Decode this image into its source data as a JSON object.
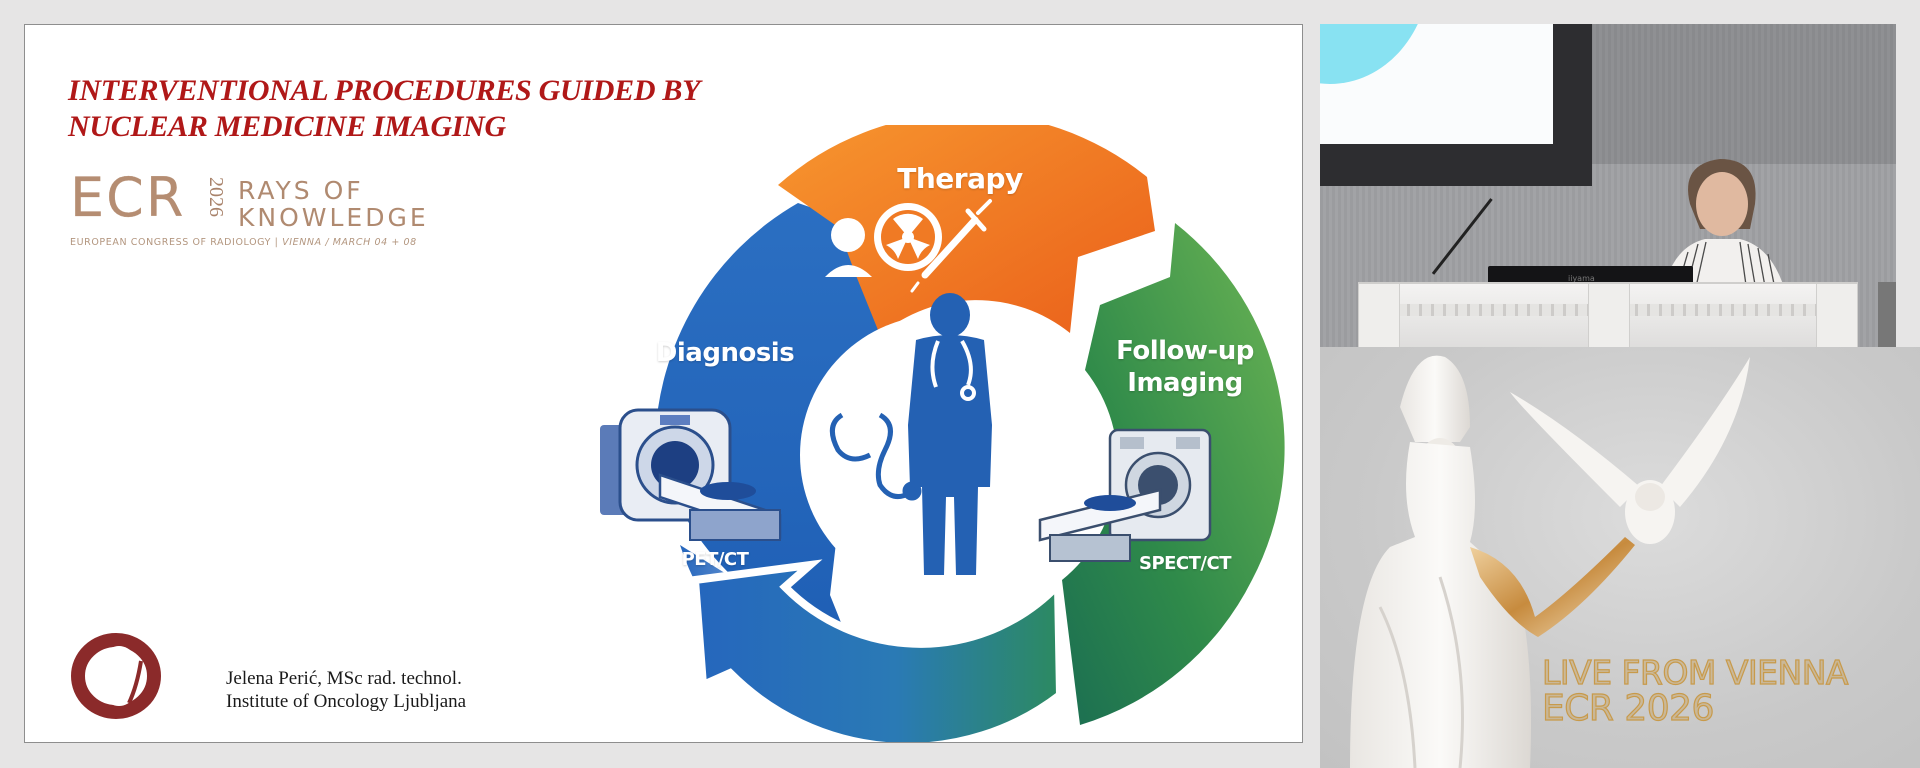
{
  "slide": {
    "title_lines": [
      "INTERVENTIONAL PROCEDURES GUIDED BY",
      "NUCLEAR MEDICINE IMAGING"
    ],
    "title_color": "#b01818",
    "conference_logo": {
      "mark": "ECR",
      "year": "2026",
      "tagline_lines": [
        "RAYS OF",
        "KNOWLEDGE"
      ],
      "subtitle_plain": "EUROPEAN CONGRESS OF RADIOLOGY | ",
      "subtitle_italic": "VIENNA / MARCH 04 + 08",
      "color": "#b08a70"
    },
    "author": {
      "logo": "institute-of-oncology-oi-logo",
      "logo_color": "#8b2a2a",
      "name_line": "Jelena Perić, MSc rad. technol.",
      "institution_line": "Institute of Oncology Ljubljana"
    },
    "cycle_diagram": {
      "center_icon": "doctor-with-stethoscope-icon",
      "segments": [
        {
          "label": "Therapy",
          "color": "#f07a24",
          "icons": [
            "patient-icon",
            "radiation-icon",
            "syringe-icon"
          ]
        },
        {
          "label_lines": [
            "Follow-up",
            "Imaging"
          ],
          "color": "#3f9a45",
          "device_label": "SPECT/CT",
          "icon": "spect-ct-scanner-icon"
        },
        {
          "label": "Diagnosis",
          "color": "#2a6fc0",
          "device_label": "PET/CT",
          "icon": "pet-ct-scanner-icon"
        }
      ],
      "return_arrow": "blue-green-gradient-arrow"
    }
  },
  "video_panel": {
    "content": "live-presenter-camera",
    "laptop_brand": "iiyama"
  },
  "brand_panel": {
    "line1": "LIVE FROM VIENNA",
    "line2": "ECR 2026",
    "text_color": "#c89a4a",
    "imagery": [
      "athena-statue",
      "white-owl"
    ]
  }
}
